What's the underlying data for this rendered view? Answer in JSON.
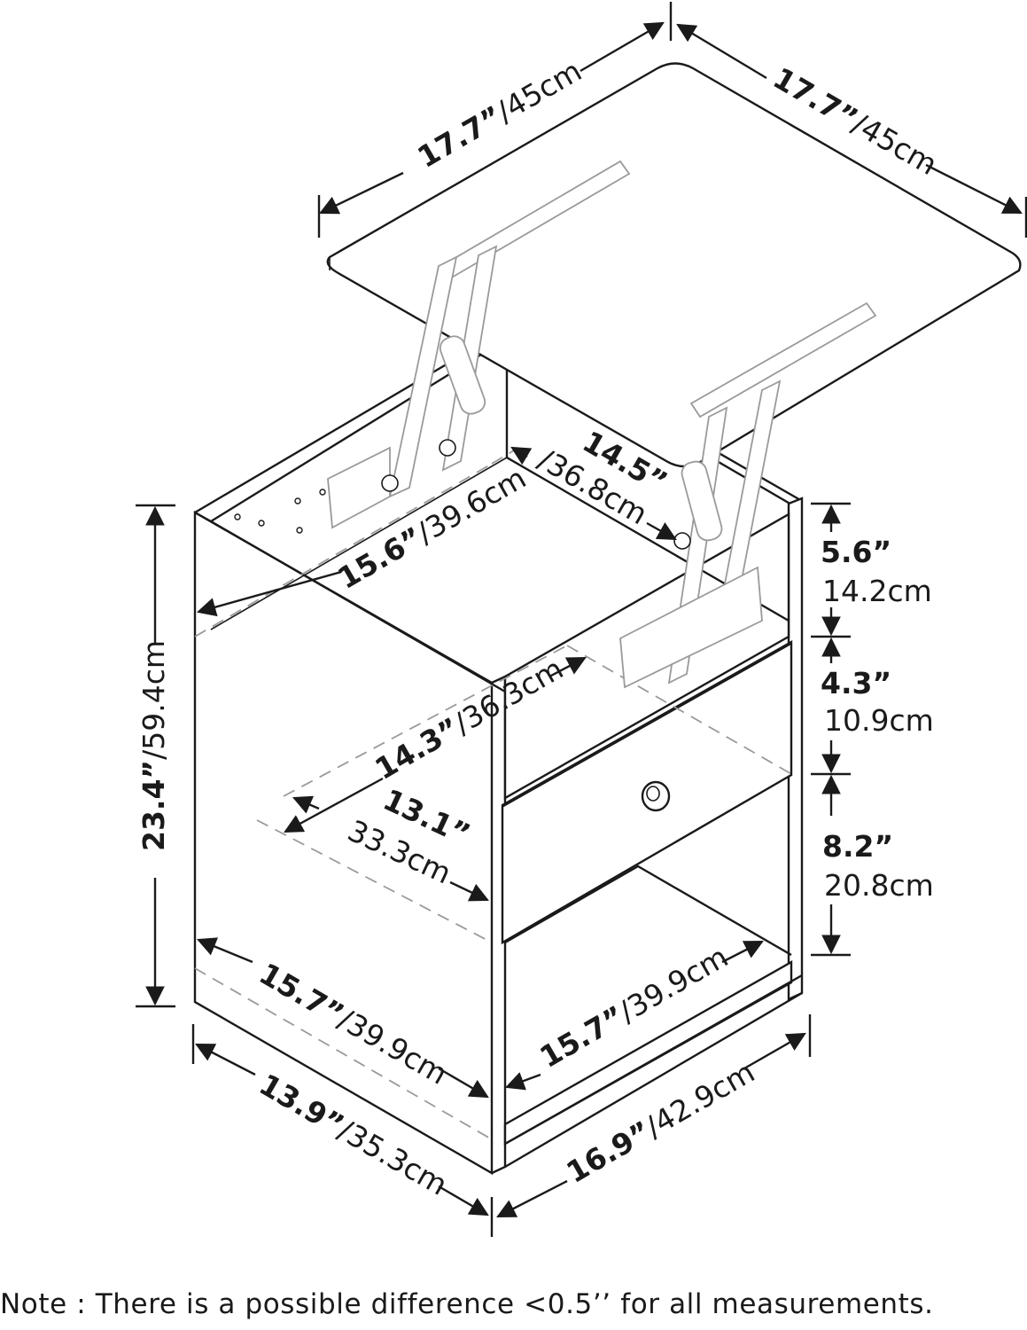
{
  "labels": {
    "top_width_in": "17.7”",
    "top_width_cm": "/45cm",
    "top_depth_in": "17.7”",
    "top_depth_cm": "/45cm",
    "inner_width_in": "14.5”",
    "inner_width_cm": "/36.8cm",
    "inner_depth_in": "15.6”",
    "inner_depth_cm": "/39.6cm",
    "height_in": "23.4”",
    "height_cm": "/59.4cm",
    "top_gap_in": "5.6”",
    "top_gap_cm": "14.2cm",
    "drawer_h_in": "4.3”",
    "drawer_h_cm": "10.9cm",
    "shelf_h_in": "8.2”",
    "shelf_h_cm": "20.8cm",
    "drawer_w_in": "14.3”",
    "drawer_w_cm": "/36.3cm",
    "drawer_d_in": "13.1”",
    "drawer_d_cm": "33.3cm",
    "shelf_d_in": "15.7”",
    "shelf_d_cm": "/39.9cm",
    "shelf_w_in": "15.7”",
    "shelf_w_cm": "/39.9cm",
    "base_d_in": "13.9”",
    "base_d_cm": "/35.3cm",
    "base_w_in": "16.9”",
    "base_w_cm": "/42.9cm"
  },
  "note": "Note : There is a possible difference <0.5’’ for all measurements."
}
